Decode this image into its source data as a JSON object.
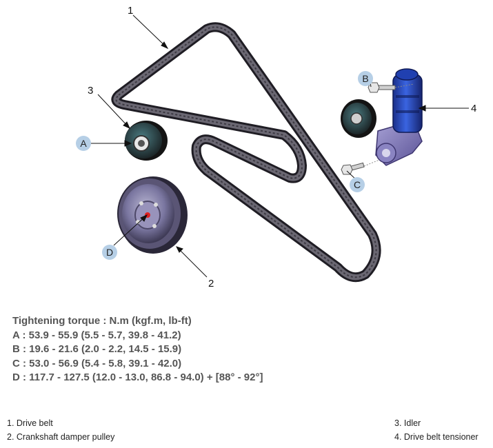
{
  "callouts": {
    "n1": "1",
    "n2": "2",
    "n3": "3",
    "n4": "4",
    "A": "A",
    "B": "B",
    "C": "C",
    "D": "D"
  },
  "torque": {
    "title": "Tightening torque : N.m (kgf.m, lb-ft)",
    "lines": [
      "A : 53.9 - 55.9 (5.5 - 5.7, 39.8 - 41.2)",
      "B : 19.6 - 21.6 (2.0 - 2.2, 14.5 - 15.9)",
      "C : 53.0 - 56.9 (5.4 - 5.8, 39.1 - 42.0)",
      "D : 117.7 - 127.5 (12.0 - 13.0, 86.8 - 94.0) + [88° - 92°]"
    ]
  },
  "legend": {
    "item1": "1. Drive belt",
    "item2": "2. Crankshaft damper pulley",
    "item3": "3. Idler",
    "item4": "4. Drive belt tensioner"
  },
  "colors": {
    "belt": "#4a4750",
    "belt_edge": "#1f1d24",
    "pulley": "#5f5a78",
    "tensioner_blue": "#2b4fc8",
    "tensioner_body": "#7068b0",
    "badge_fill": "#b6cfe6",
    "bolt_red": "#e02020"
  }
}
